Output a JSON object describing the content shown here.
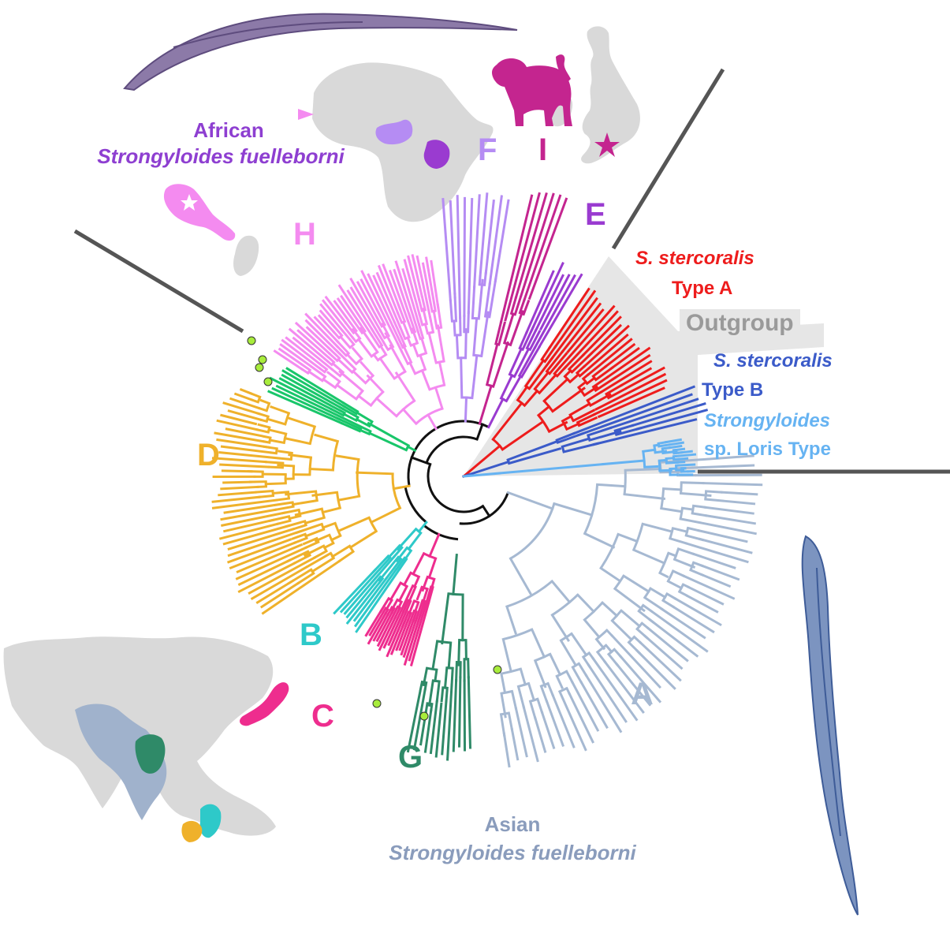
{
  "colors": {
    "A": "#a6b9d2",
    "B": "#2ec9c9",
    "C": "#ee2d8e",
    "D": "#efb12b",
    "E": "#9a3bd0",
    "F": "#b58cf3",
    "G": "#2f8a68",
    "H": "#f48bf0",
    "I": "#c4258f",
    "green": "#19c66a",
    "typeA": "#ee1c1c",
    "typeB": "#3b5bc9",
    "loris": "#66b3f2",
    "outgroup_text": "#9a9a9a",
    "outgroup_bg": "#e6e6e6",
    "backbone": "#111111",
    "divider": "#555555",
    "map": "#d9d9d9",
    "african_title": "#8e3fd1",
    "asian_title": "#8a9cbc",
    "node_marker": "#a8ec3c"
  },
  "clades": {
    "A": "A",
    "B": "B",
    "C": "C",
    "D": "D",
    "E": "E",
    "F": "F",
    "G": "G",
    "H": "H",
    "I": "I"
  },
  "outgroup": {
    "type_a_species": "S. stercoralis",
    "type_a_type": "Type A",
    "label": "Outgroup",
    "type_b_species": "S. stercoralis",
    "type_b_type": "Type B",
    "loris_genus": "Strongyloides",
    "loris_type": "sp. Loris Type"
  },
  "group_titles": {
    "african_line1": "African",
    "african_line2": "Strongyloides fuelleborni",
    "asian_line1": "Asian",
    "asian_line2": "Strongyloides fuelleborni"
  },
  "icons": [
    "worm-purple-icon",
    "worm-blue-icon",
    "baboon-icon",
    "africa-map-icon",
    "uk-map-icon",
    "asia-map-icon",
    "japan-map-icon",
    "st-kitts-map-icon",
    "star-icon"
  ]
}
